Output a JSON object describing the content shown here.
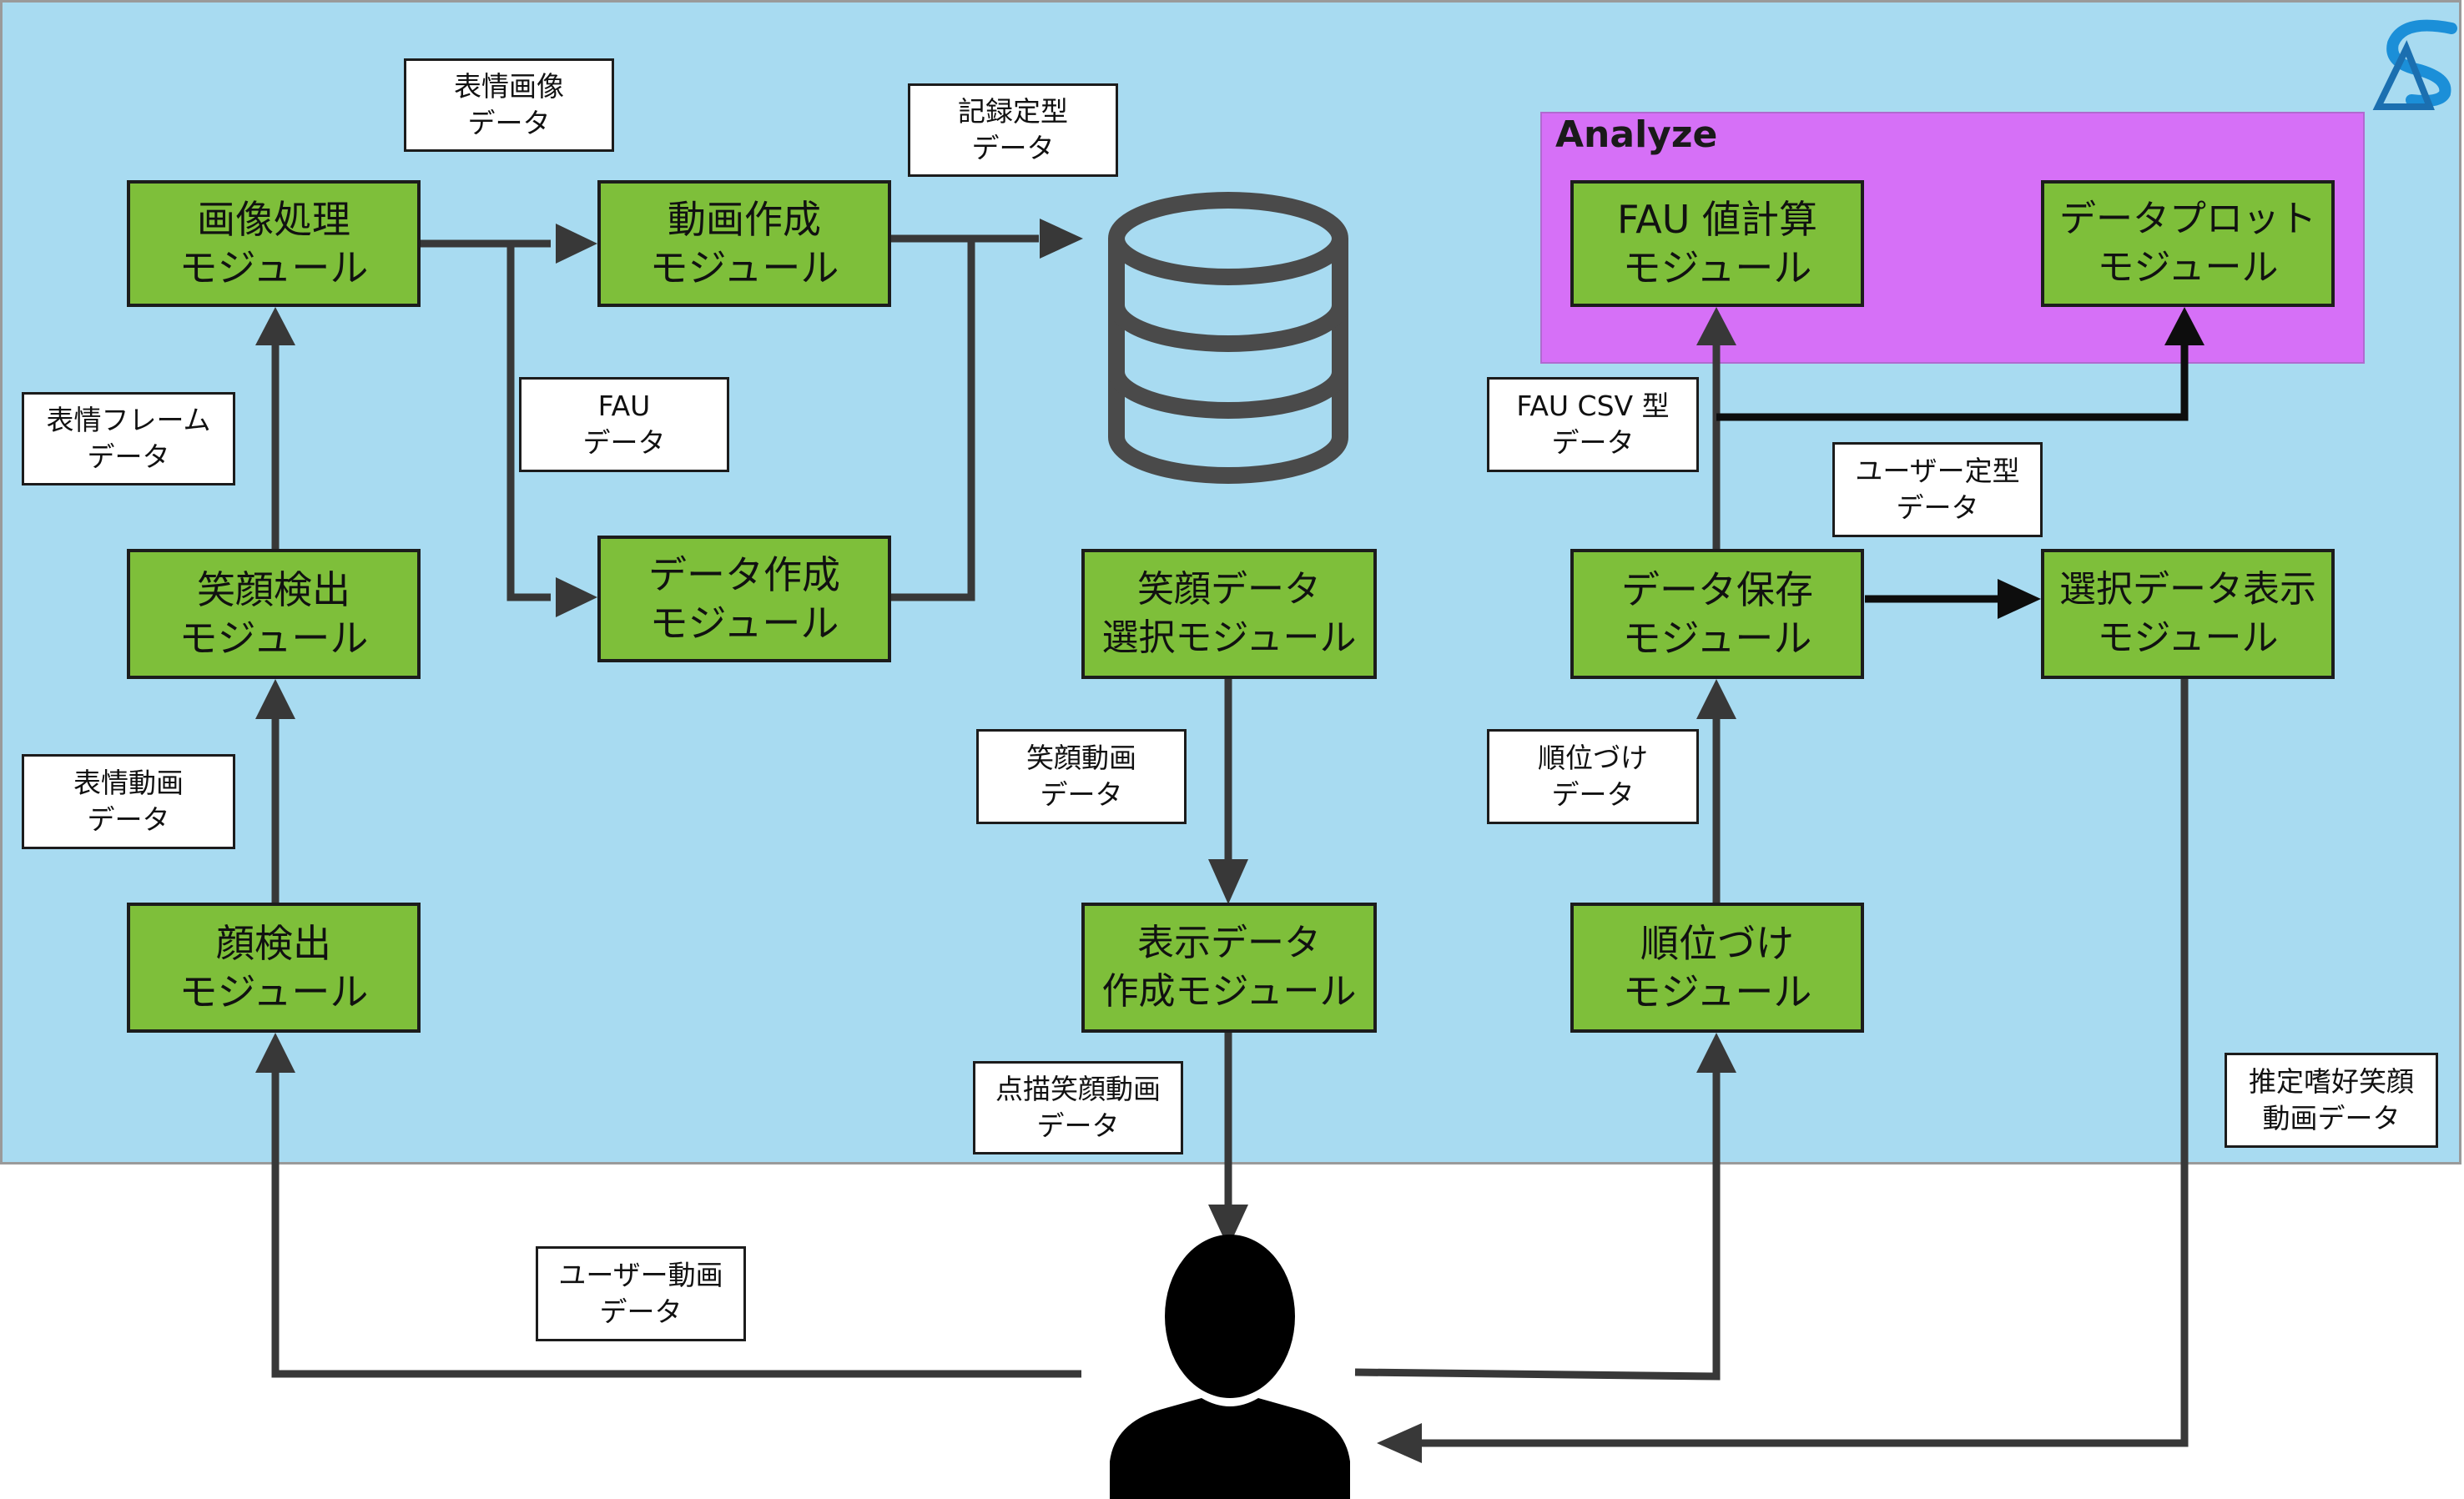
{
  "analyze": {
    "title": "Analyze"
  },
  "modules": {
    "image_processing": [
      "画像処理",
      "モジュール"
    ],
    "video_creation": [
      "動画作成",
      "モジュール"
    ],
    "smile_detection": [
      "笑顔検出",
      "モジュール"
    ],
    "data_creation": [
      "データ作成",
      "モジュール"
    ],
    "face_detection": [
      "顔検出",
      "モジュール"
    ],
    "smile_select": [
      "笑顔データ",
      "選択モジュール"
    ],
    "display_data": [
      "表示データ",
      "作成モジュール"
    ],
    "fau_calc": [
      "FAU 値計算",
      "モジュール"
    ],
    "data_plot": [
      "データプロット",
      "モジュール"
    ],
    "data_save": [
      "データ保存",
      "モジュール"
    ],
    "selected_display": [
      "選択データ表示",
      "モジュール"
    ],
    "ranking": [
      "順位づけ",
      "モジュール"
    ]
  },
  "labels": {
    "expression_image": [
      "表情画像",
      "データ"
    ],
    "record_fixed": [
      "記録定型",
      "データ"
    ],
    "expression_frame": [
      "表情フレーム",
      "データ"
    ],
    "fau": [
      "FAU",
      "データ"
    ],
    "expression_video": [
      "表情動画",
      "データ"
    ],
    "smile_video": [
      "笑顔動画",
      "データ"
    ],
    "dotted_smile_video": [
      "点描笑顔動画",
      "データ"
    ],
    "user_video": [
      "ユーザー動画",
      "データ"
    ],
    "fau_csv": [
      "FAU CSV 型",
      "データ"
    ],
    "user_fixed": [
      "ユーザー定型",
      "データ"
    ],
    "ranking_data": [
      "順位づけ",
      "データ"
    ],
    "estimated_pref": [
      "推定嗜好笑顔",
      "動画データ"
    ]
  },
  "icons": {
    "database": "database-icon",
    "user": "user-icon",
    "logo": "logo-icon"
  },
  "colors": {
    "panel": "#a8dbf1",
    "analyze": "#d670f7",
    "module": "#7ebf3a",
    "line": "#333333"
  }
}
